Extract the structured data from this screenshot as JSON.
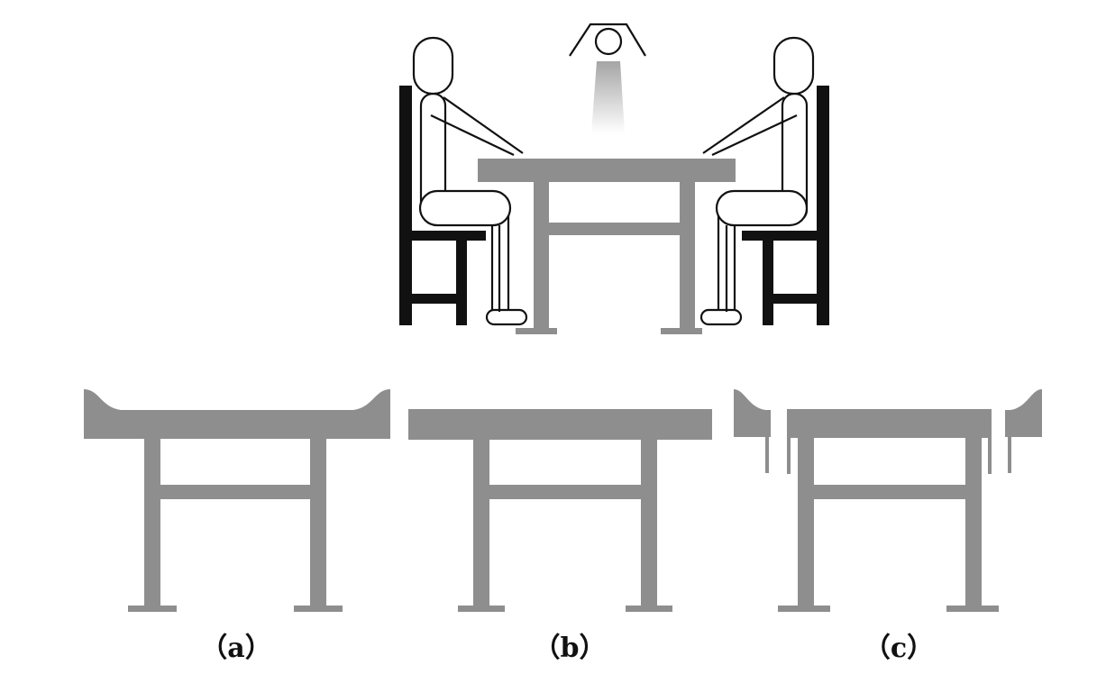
{
  "captions": {
    "a": "（a）",
    "b": "（b）",
    "c": "（c）"
  },
  "colors": {
    "table": "#8e8e8e",
    "chair": "#111111",
    "outline": "#111111",
    "background": "#ffffff",
    "light": "#a0a0a0"
  }
}
